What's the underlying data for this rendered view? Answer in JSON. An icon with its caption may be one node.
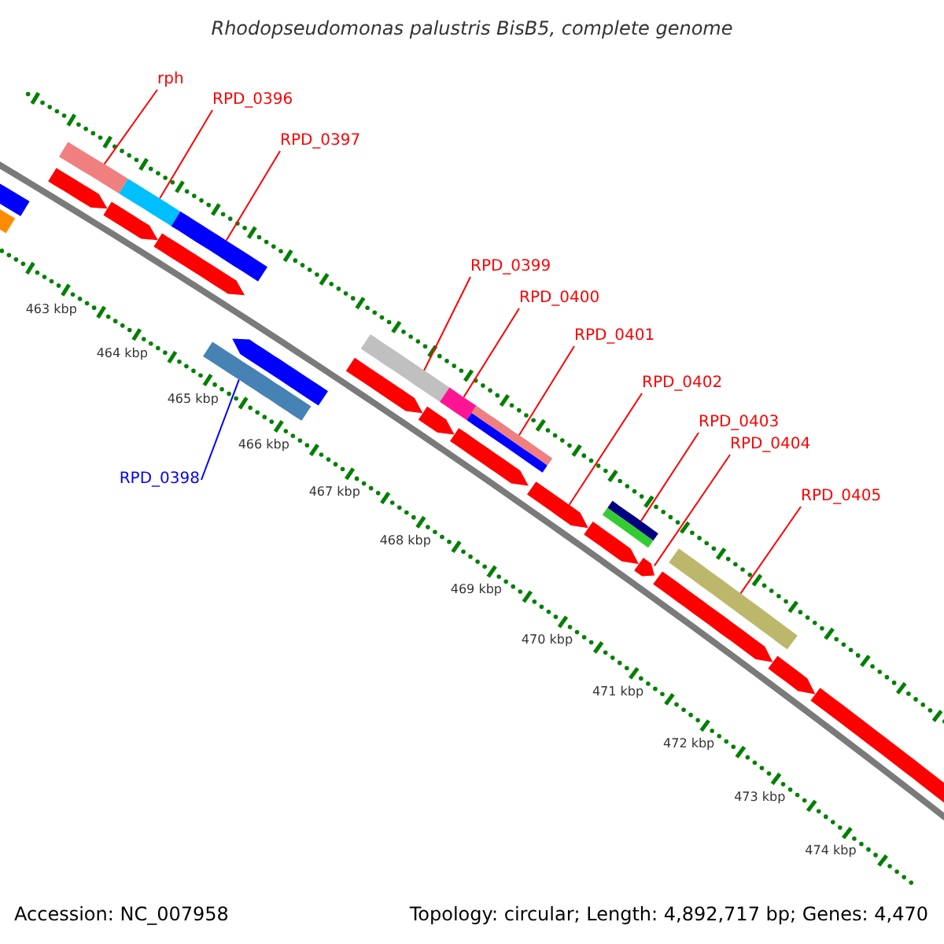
{
  "diagram": {
    "title": "Rhodopseudomonas palustris BisB5, complete genome",
    "nodes": [
      {
        "text": [
          "rph"
        ]
      },
      {
        "text": [
          "RPD_0396"
        ]
      },
      {
        "text": [
          "RPD_0397"
        ]
      },
      {
        "text": [
          "RPD_0398"
        ]
      },
      {
        "text": [
          "RPD_0399"
        ]
      },
      {
        "text": [
          "RPD_0400"
        ]
      },
      {
        "text": [
          "RPD_0401"
        ]
      },
      {
        "text": [
          "RPD_0402"
        ]
      },
      {
        "text": [
          "RPD_0403"
        ]
      },
      {
        "text": [
          "RPD_0404"
        ]
      },
      {
        "text": [
          "RPD_0405"
        ]
      },
      {
        "text": [],
        "shape": "bar"
      },
      {
        "text": [],
        "shape": "bar"
      },
      {
        "text": [],
        "shape": "bar"
      },
      {
        "text": [],
        "shape": "bar"
      },
      {
        "text": [],
        "shape": "bar"
      },
      {
        "text": [],
        "shape": "bar"
      },
      {
        "text": [],
        "shape": "bar"
      },
      {
        "text": [],
        "shape": "arrow"
      },
      {
        "text": [],
        "shape": "bar"
      },
      {
        "text": [],
        "shape": "arrow"
      },
      {
        "text": [],
        "shape": "bar"
      },
      {
        "text": [],
        "shape": "arrow"
      },
      {
        "text": [],
        "shape": "bar"
      },
      {
        "text": [],
        "shape": "arrow"
      },
      {
        "text": [],
        "shape": "arrow"
      },
      {
        "text": [],
        "shape": "arrow"
      },
      {
        "text": [],
        "shape": "arrow"
      },
      {
        "text": [],
        "shape": "arrow"
      },
      {
        "text": [],
        "shape": "arrow"
      },
      {
        "text": [],
        "shape": "arrow"
      },
      {
        "text": [],
        "shape": "arrow"
      },
      {
        "text": [],
        "shape": "arrow"
      },
      {
        "text": [],
        "shape": "arrow"
      },
      {
        "text": [],
        "shape": "arrow"
      }
    ],
    "edges": [
      {
        "from": 0,
        "to": 11,
        "arrow": "none"
      },
      {
        "from": 1,
        "to": 12,
        "arrow": "none"
      },
      {
        "from": 2,
        "to": 13,
        "arrow": "none"
      },
      {
        "from": 3,
        "to": 14,
        "arrow": "none",
        "color": "#0000ff"
      },
      {
        "from": 4,
        "to": 15,
        "arrow": "none"
      },
      {
        "from": 5,
        "to": 16,
        "arrow": "none"
      },
      {
        "from": 6,
        "to": 17,
        "arrow": "none"
      },
      {
        "from": 7,
        "to": 18,
        "arrow": "none"
      },
      {
        "from": 8,
        "to": 19,
        "arrow": "none"
      },
      {
        "from": 9,
        "to": 20,
        "arrow": "none"
      },
      {
        "from": 10,
        "to": 21,
        "arrow": "none"
      }
    ],
    "labels": [
      "463 kbp",
      "464 kbp",
      "465 kbp",
      "466 kbp",
      "467 kbp",
      "468 kbp",
      "469 kbp",
      "470 kbp",
      "471 kbp",
      "472 kbp",
      "473 kbp",
      "474 kbp",
      "Accession: NC_007958",
      "Topology: circular; Length: 4,892,717 bp; Genes: 4,470"
    ]
  }
}
